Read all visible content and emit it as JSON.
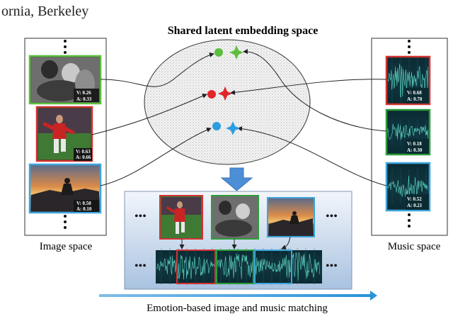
{
  "header_fragment": "ornia, Berkeley",
  "title": "Shared latent embedding space",
  "image_space_label": "Image space",
  "music_space_label": "Music space",
  "bottom_caption": "Emotion-based image and music matching",
  "ellipsis": "•••",
  "images": [
    {
      "id": "couple",
      "border": "#5bbf3d",
      "v": "V: 0.26",
      "a": "A: 0.33"
    },
    {
      "id": "soccer",
      "border": "#d23232",
      "v": "V: 0.63",
      "a": "A: 0.66"
    },
    {
      "id": "sunset",
      "border": "#3ea5dc",
      "v": "V: 0.50",
      "a": "A: 0.10"
    }
  ],
  "music": [
    {
      "id": "red-track",
      "border": "#d23232",
      "v": "V: 0.68",
      "a": "A: 0.70"
    },
    {
      "id": "green-track",
      "border": "#2e9d3a",
      "v": "V: 0.18",
      "a": "A: 0.30"
    },
    {
      "id": "blue-track",
      "border": "#3ea5dc",
      "v": "V: 0.52",
      "a": "A: 0.21"
    }
  ],
  "colors": {
    "green": "#5bbf3d",
    "red": "#e0262b",
    "blue": "#2a9ee0",
    "arrow": "#4d8fd6"
  }
}
